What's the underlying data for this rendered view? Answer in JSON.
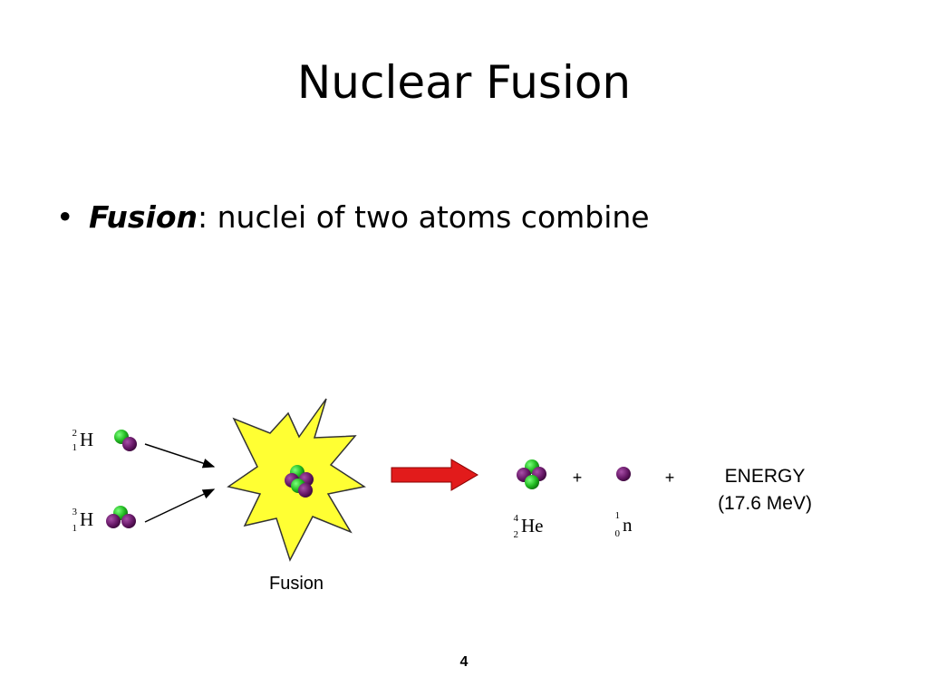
{
  "slide": {
    "title": "Nuclear Fusion",
    "bullet": {
      "term": "Fusion",
      "definition": ": nuclei of two atoms combine"
    },
    "page_number": "4"
  },
  "diagram": {
    "reactants": [
      {
        "mass": "2",
        "atomic": "1",
        "symbol": "H"
      },
      {
        "mass": "3",
        "atomic": "1",
        "symbol": "H"
      }
    ],
    "fusion_label": "Fusion",
    "products": [
      {
        "mass": "4",
        "atomic": "2",
        "symbol": "He"
      },
      {
        "mass": "1",
        "atomic": "0",
        "symbol": "n"
      }
    ],
    "plus": "+",
    "energy_label": "ENERGY",
    "energy_value": "(17.6 MeV)",
    "colors": {
      "proton": "#22bb22",
      "neutron": "#6a1a6a",
      "burst": "#ffff33",
      "arrow": "#e21b1b"
    }
  }
}
